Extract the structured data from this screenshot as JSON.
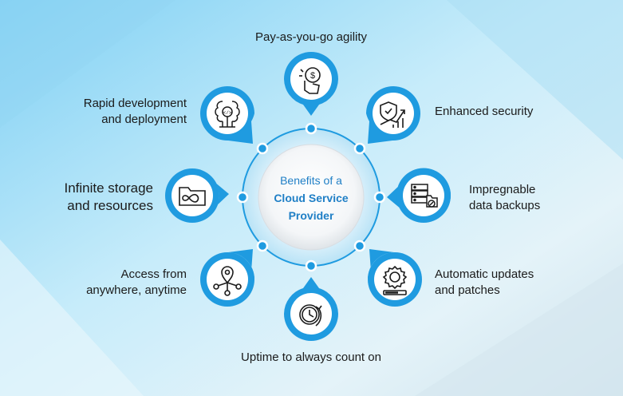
{
  "center": {
    "line1": "Benefits of a",
    "line2": "Cloud Service",
    "line3": "Provider"
  },
  "benefits": [
    {
      "id": "pay",
      "lines": [
        "Pay-as-you-go agility"
      ],
      "icon": "dollar-touch-icon"
    },
    {
      "id": "security",
      "lines": [
        "Enhanced security"
      ],
      "icon": "shield-growth-icon"
    },
    {
      "id": "backups",
      "lines": [
        "Impregnable",
        "data backups"
      ],
      "icon": "server-backup-icon"
    },
    {
      "id": "updates",
      "lines": [
        "Automatic updates",
        "and patches"
      ],
      "icon": "gear-progress-icon"
    },
    {
      "id": "uptime",
      "lines": [
        "Uptime to always count on"
      ],
      "icon": "clock-refresh-icon"
    },
    {
      "id": "access",
      "lines": [
        "Access from",
        "anywhere, anytime"
      ],
      "icon": "location-network-icon"
    },
    {
      "id": "storage",
      "lines": [
        "Infinite storage",
        "and resources"
      ],
      "icon": "folder-infinity-icon"
    },
    {
      "id": "rapid",
      "lines": [
        "Rapid development",
        "and deployment"
      ],
      "icon": "code-brain-icon"
    }
  ],
  "colors": {
    "accent": "#1f9be0",
    "accent_dark": "#1570b8",
    "text": "#1b1b1b",
    "background": "#9fdcf5"
  }
}
